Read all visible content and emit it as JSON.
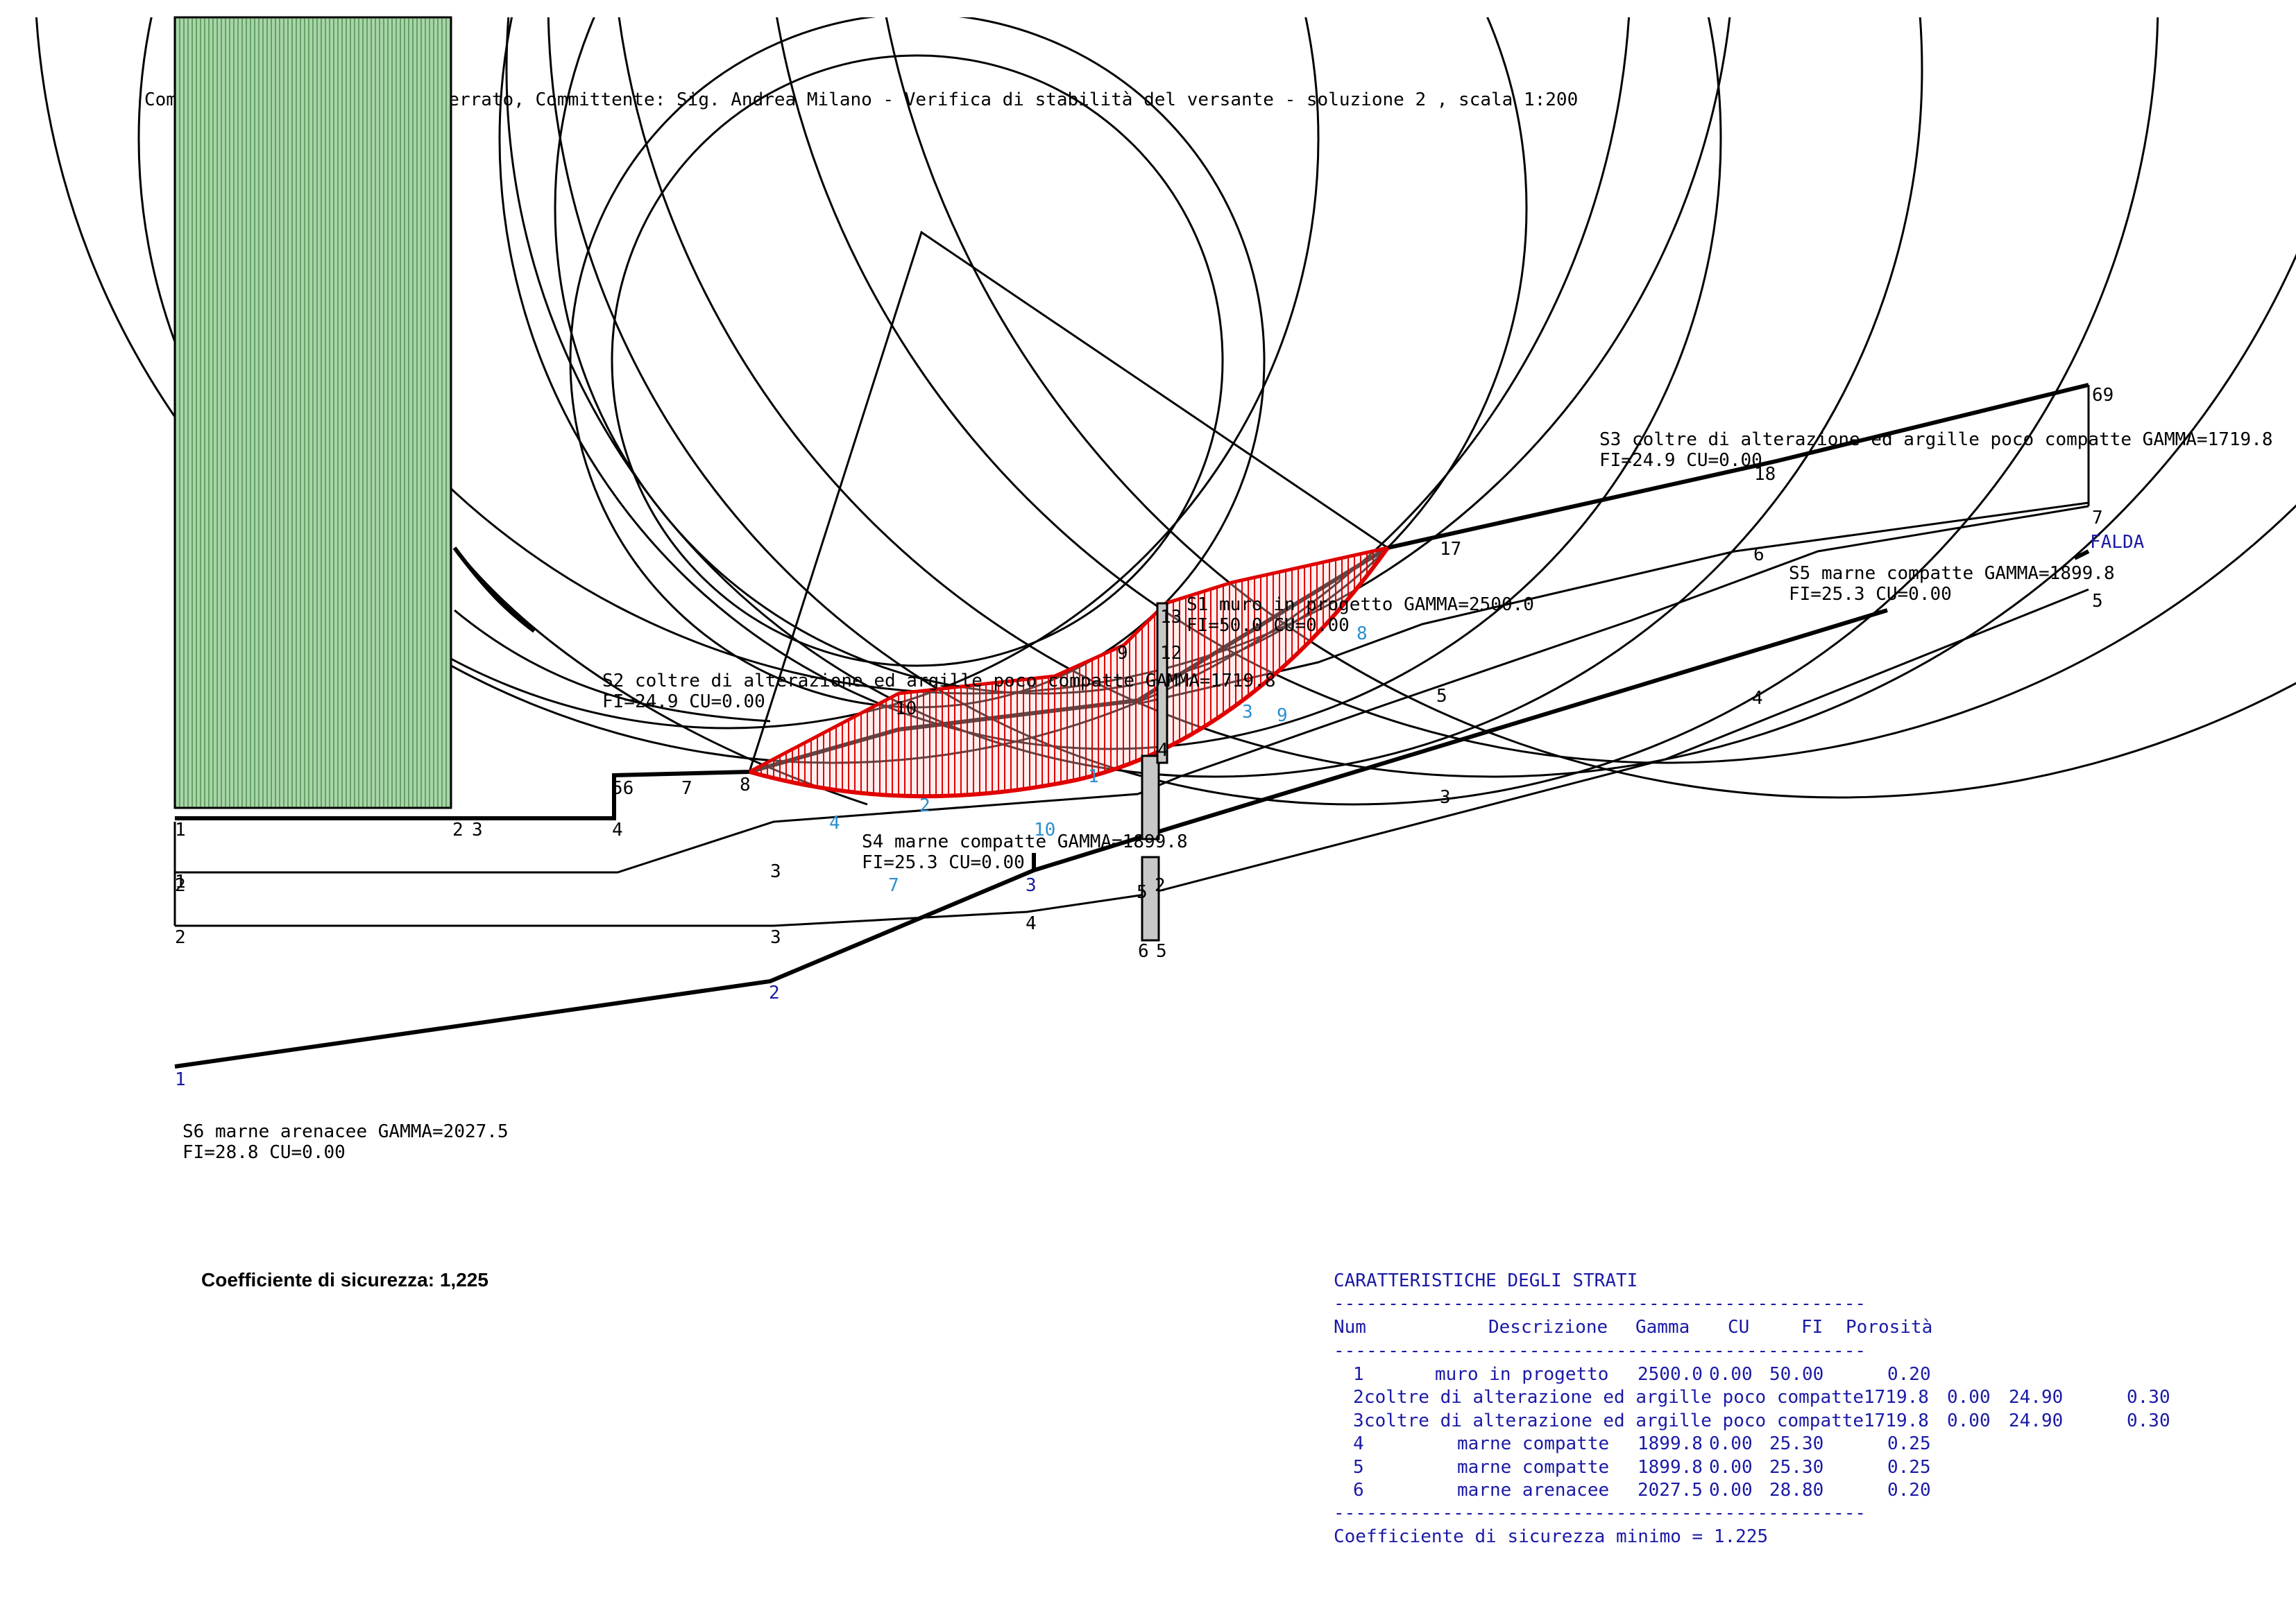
{
  "title": "Comune di San Salvatore Monferrato, Committente: Sig. Andrea Milano - Verifica di stabilità del versante - soluzione 2 , scala 1:200",
  "safety_label": "Coefficiente di sicurezza: 1,225",
  "colors": {
    "ink": "#000000",
    "wall_fill": "#a8d5a8",
    "wall_hatch": "#4a8a4a",
    "slip_surface": "#e00000",
    "table_text": "#1a1aa6",
    "cyan_label": "#2b8fcf",
    "navy_label": "#1a1aa6",
    "pile_fill": "#c8c8c8"
  },
  "strata_labels": [
    {
      "line1": "S1 muro in progetto GAMMA=2500.0",
      "line2": "FI=50.0  CU=0.00"
    },
    {
      "line1": "S2 coltre di alterazione ed argille poco compatte GAMMA=1719.8",
      "line2": "FI=24.9  CU=0.00"
    },
    {
      "line1": "S3 coltre di alterazione ed argille poco compatte GAMMA=1719.8",
      "line2": "FI=24.9  CU=0.00"
    },
    {
      "line1": "S4 marne compatte GAMMA=1899.8",
      "line2": "FI=25.3  CU=0.00"
    },
    {
      "line1": "S5 marne compatte GAMMA=1899.8",
      "line2": "FI=25.3  CU=0.00"
    },
    {
      "line1": "S6 marne arenacee GAMMA=2027.5",
      "line2": "FI=28.8  CU=0.00"
    }
  ],
  "falda_label": "FALDA",
  "point_labels": {
    "black": [
      "1",
      "2",
      "3",
      "4",
      "5",
      "6",
      "7",
      "8",
      "9",
      "10",
      "12",
      "13",
      "17",
      "18",
      "56",
      "69"
    ],
    "navy": [
      "1",
      "2",
      "3"
    ],
    "cyan": [
      "1",
      "2",
      "3",
      "4",
      "7",
      "8",
      "9",
      "10"
    ]
  },
  "table": {
    "heading": "CARATTERISTICHE DEGLI STRATI",
    "rule": "-------------------------------------------------",
    "columns": [
      "Num",
      "Descrizione",
      "Gamma",
      "CU",
      "FI",
      "Porosità"
    ],
    "rows": [
      {
        "num": "1",
        "desc": "muro in progetto",
        "gamma": "2500.0",
        "cu": "0.00",
        "fi": "50.00",
        "por": "0.20"
      },
      {
        "num": "2",
        "desc": "coltre di alterazione ed argille poco compatte",
        "gamma": "1719.8",
        "cu": "0.00",
        "fi": "24.90",
        "por": "0.30"
      },
      {
        "num": "3",
        "desc": "coltre di alterazione ed argille poco compatte",
        "gamma": "1719.8",
        "cu": "0.00",
        "fi": "24.90",
        "por": "0.30"
      },
      {
        "num": "4",
        "desc": "marne compatte",
        "gamma": "1899.8",
        "cu": "0.00",
        "fi": "25.30",
        "por": "0.25"
      },
      {
        "num": "5",
        "desc": "marne compatte",
        "gamma": "1899.8",
        "cu": "0.00",
        "fi": "25.30",
        "por": "0.25"
      },
      {
        "num": "6",
        "desc": "marne arenacee",
        "gamma": "2027.5",
        "cu": "0.00",
        "fi": "28.80",
        "por": "0.20"
      }
    ],
    "footer": "Coefficiente di sicurezza minimo = 1.225"
  }
}
